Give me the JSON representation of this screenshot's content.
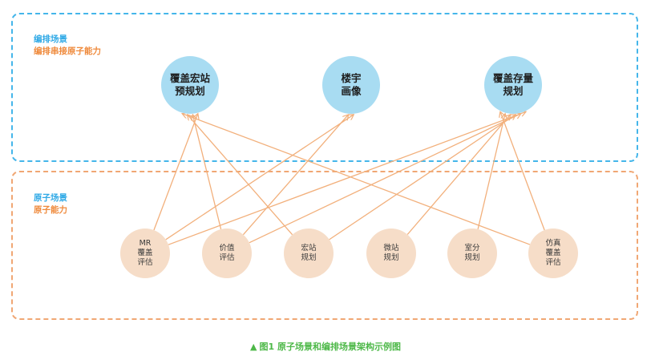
{
  "orchestration_group": {
    "title": "编排场景",
    "subtitle": "编排串接原子能力",
    "nodes": [
      {
        "id": "s1",
        "lines": [
          "覆盖宏站",
          "预规划"
        ]
      },
      {
        "id": "s2",
        "lines": [
          "楼宇",
          "画像"
        ]
      },
      {
        "id": "s3",
        "lines": [
          "覆盖存量",
          "规划"
        ]
      }
    ]
  },
  "atomic_group": {
    "title": "原子场景",
    "subtitle": "原子能力",
    "nodes": [
      {
        "id": "a1",
        "lines": [
          "MR",
          "覆盖",
          "评估"
        ]
      },
      {
        "id": "a2",
        "lines": [
          "价值",
          "评估"
        ]
      },
      {
        "id": "a3",
        "lines": [
          "宏站",
          "规划"
        ]
      },
      {
        "id": "a4",
        "lines": [
          "微站",
          "规划"
        ]
      },
      {
        "id": "a5",
        "lines": [
          "室分",
          "规划"
        ]
      },
      {
        "id": "a6",
        "lines": [
          "仿真",
          "覆盖",
          "评估"
        ]
      }
    ]
  },
  "edges": [
    {
      "from": "a1",
      "to": "s1"
    },
    {
      "from": "a2",
      "to": "s1"
    },
    {
      "from": "a3",
      "to": "s1"
    },
    {
      "from": "a6",
      "to": "s1"
    },
    {
      "from": "a1",
      "to": "s2"
    },
    {
      "from": "a2",
      "to": "s2"
    },
    {
      "from": "a1",
      "to": "s3"
    },
    {
      "from": "a2",
      "to": "s3"
    },
    {
      "from": "a3",
      "to": "s3"
    },
    {
      "from": "a4",
      "to": "s3"
    },
    {
      "from": "a5",
      "to": "s3"
    },
    {
      "from": "a6",
      "to": "s3"
    }
  ],
  "colors": {
    "scene_fill": "#a8dcf2",
    "atom_fill": "#f6ddc8",
    "edge": "#f2b07c",
    "orchestration_border": "#45b6ea",
    "atomic_border": "#f0a774"
  },
  "caption": {
    "marker": "▲",
    "text": "图1  原子场景和编排场景架构示例图"
  }
}
